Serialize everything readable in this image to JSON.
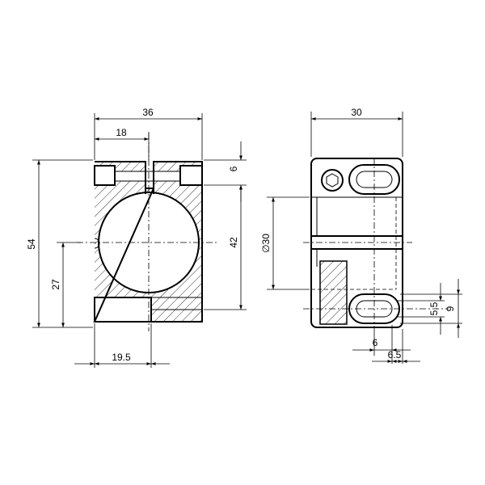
{
  "drawing": {
    "front_view": {
      "width_overall": "36",
      "width_half": "18",
      "height_overall": "54",
      "height_center": "27",
      "top_thickness": "6",
      "bore_span": "42",
      "slot_offset": "19.5"
    },
    "side_view": {
      "width_overall": "30",
      "bore_diameter": "∅30",
      "slot_width": "5.5",
      "slot_pitch": "9",
      "slot_offset": "6",
      "slot_edge": "6.5"
    }
  }
}
